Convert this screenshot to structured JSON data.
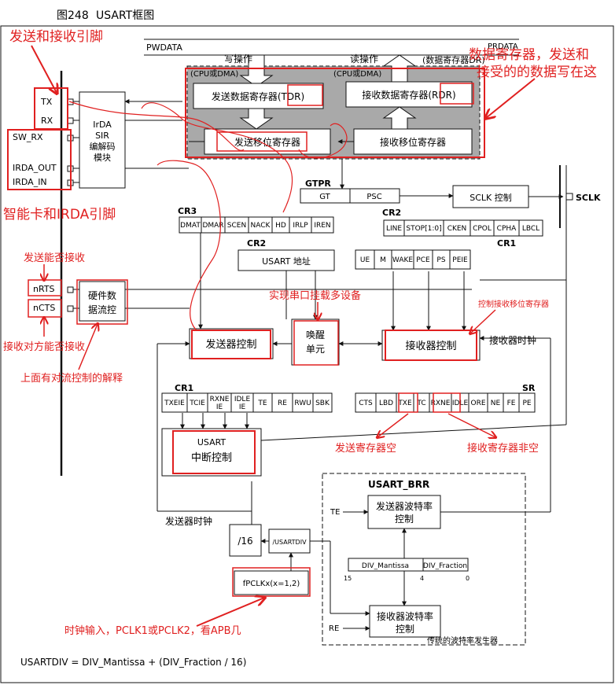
{
  "figure": {
    "number": "图248",
    "title": "USART框图",
    "formula": "USARTDIV = DIV_Mantissa + (DIV_Fraction / 16)"
  },
  "pins": {
    "tx": "TX",
    "rx": "RX",
    "sw_rx": "SW_RX",
    "irda_out": "IRDA_OUT",
    "irda_in": "IRDA_IN",
    "nrts": "nRTS",
    "ncts": "nCTS",
    "sclk": "SCLK"
  },
  "bus": {
    "pwdata": "PWDATA",
    "prdata": "PRDATA",
    "write_op": "写操作",
    "read_op": "读操作",
    "data_reg_dr": "(数据寄存器DR)",
    "cpu_dma_left": "(CPU或DMA)",
    "cpu_dma_right": "(CPU或DMA)"
  },
  "blocks": {
    "tdr": "发送数据寄存器(TDR)",
    "rdr": "接收数据寄存器(RDR)",
    "tx_shift": "发送移位寄存器",
    "rx_shift": "接收移位寄存器",
    "irda_1": "IrDA",
    "irda_2": "SIR",
    "irda_3": "编解码",
    "irda_4": "模块",
    "hwflow_1": "硬件数",
    "hwflow_2": "据流控",
    "gtpr": "GTPR",
    "gt": "GT",
    "psc": "PSC",
    "sclk_ctrl": "SCLK 控制",
    "usart_addr": "USART 地址",
    "wake_1": "唤醒",
    "wake_2": "单元",
    "tx_ctrl": "发送器控制",
    "rx_ctrl": "接收器控制",
    "rx_clock": "接收器时钟",
    "usart_irq_1": "USART",
    "usart_irq_2": "中断控制",
    "tx_clock": "发送器时钟",
    "div16": "/16",
    "div_usartdiv": "/USARTDIV",
    "fpclk": "fPCLKx(x=1,2)",
    "usart_brr": "USART_BRR",
    "te": "TE",
    "re": "RE",
    "tx_baud_1": "发送器波特率",
    "tx_baud_2": "控制",
    "rx_baud_1": "接收器波特率",
    "rx_baud_2": "控制",
    "div_mantissa": "DIV_Mantissa",
    "div_fraction": "DIV_Fraction",
    "bit15": "15",
    "bit4": "4",
    "bit0": "0",
    "baud_gen": "传统的波特率发生器"
  },
  "registers": {
    "cr3_name": "CR3",
    "cr3": [
      "DMAT",
      "DMAR",
      "SCEN",
      "NACK",
      "HD",
      "IRLP",
      "IREN"
    ],
    "cr2_name": "CR2",
    "cr2": [
      "LINE",
      "STOP[1:0]",
      "CKEN",
      "CPOL",
      "CPHA",
      "LBCL"
    ],
    "cr1_right_name": "CR1",
    "cr1_right": [
      "UE",
      "M",
      "WAKE",
      "PCE",
      "PS",
      "PEIE"
    ],
    "cr2_left_name": "CR2",
    "cr1_bottom_name": "CR1",
    "cr1_bottom": [
      "TXEIE",
      "TCIE",
      "RXNE IE",
      "IDLE IE",
      "TE",
      "RE",
      "RWU",
      "SBK"
    ],
    "sr_name": "SR",
    "sr": [
      "CTS",
      "LBD",
      "TXE",
      "TC",
      "RXNE",
      "IDLE",
      "ORE",
      "NE",
      "FE",
      "PE"
    ]
  },
  "annotations": {
    "pins_txrx": "发送和接收引脚",
    "data_reg": "数据寄存器，发送和",
    "data_reg_2": "接受的的数据写在这",
    "smartcard_irda": "智能卡和IRDA引脚",
    "send_enable": "发送能否接收",
    "multi_dev": "实现串口挂载多设备",
    "shift_ctrl": "控制接收移位寄存器",
    "peer_recv": "接收对方能否接收",
    "flow_explain": "上面有对流控制的解释",
    "txe_empty": "发送寄存器空",
    "rxne_notempty": "接收寄存器非空",
    "clock_input": "时钟输入，PCLK1或PCLK2，看APB几"
  },
  "colors": {
    "annotation": "#e02020",
    "shaded": "#a9a9a9",
    "ink": "#111111"
  }
}
